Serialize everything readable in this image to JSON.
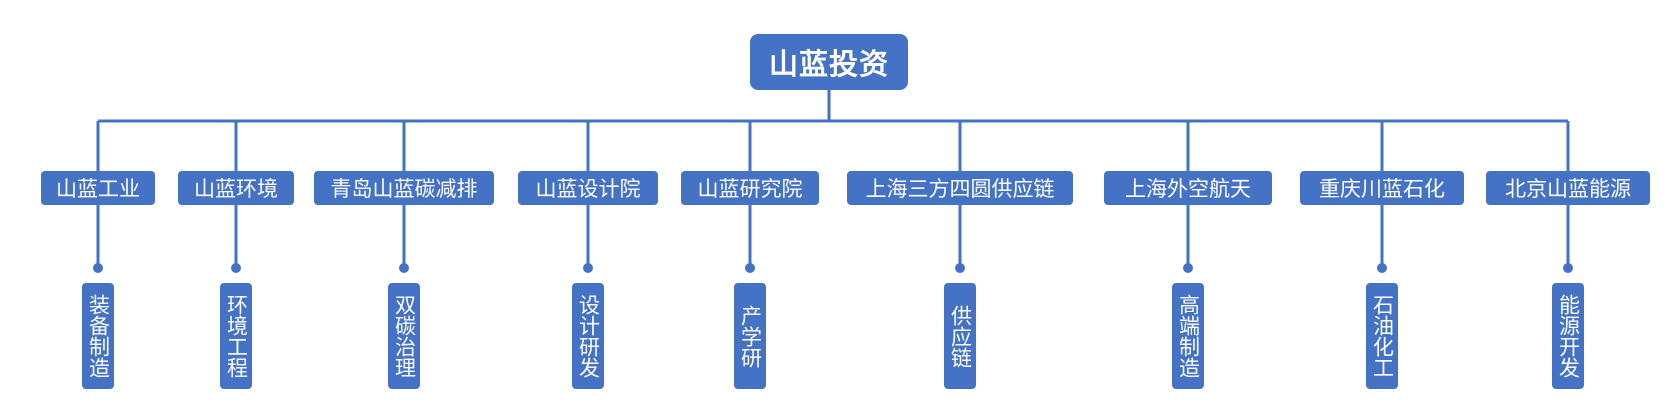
{
  "diagram": {
    "root": {
      "label": "山蓝投资"
    },
    "colors": {
      "node_fill": "#4472C4",
      "connector": "#4472C4",
      "text": "#ffffff"
    },
    "children": [
      {
        "label": "山蓝工业",
        "leaf": "装备制造"
      },
      {
        "label": "山蓝环境",
        "leaf": "环境工程"
      },
      {
        "label": "青岛山蓝碳减排",
        "leaf": "双碳治理"
      },
      {
        "label": "山蓝设计院",
        "leaf": "设计研发"
      },
      {
        "label": "山蓝研究院",
        "leaf": "产学研"
      },
      {
        "label": "上海三方四圆供应链",
        "leaf": "供应链"
      },
      {
        "label": "上海外空航天",
        "leaf": "高端制造"
      },
      {
        "label": "重庆川蓝石化",
        "leaf": "石油化工"
      },
      {
        "label": "北京山蓝能源",
        "leaf": "能源开发"
      }
    ]
  }
}
